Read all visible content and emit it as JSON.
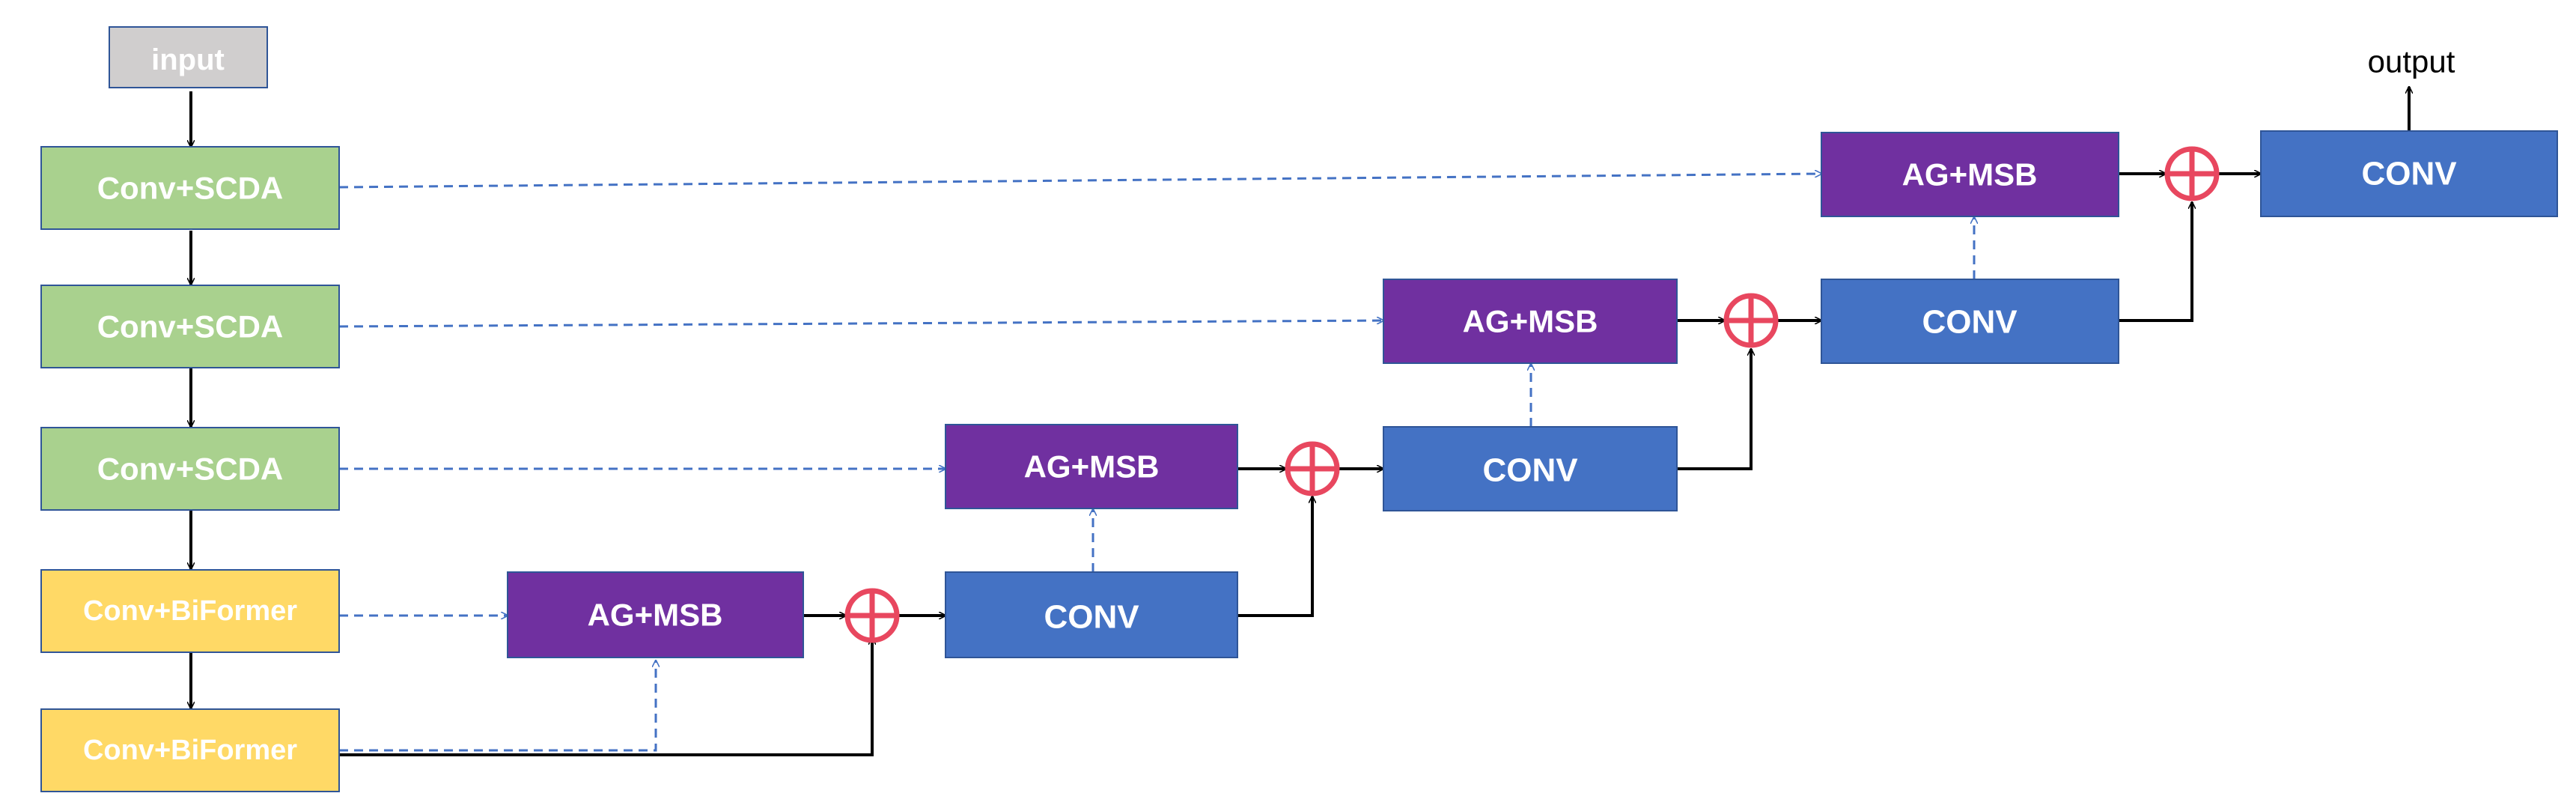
{
  "diagram": {
    "input_label": "input",
    "output_label": "output",
    "encoder": [
      "Conv+SCDA",
      "Conv+SCDA",
      "Conv+SCDA",
      "Conv+BiFormer",
      "Conv+BiFormer"
    ],
    "attention_blocks": [
      "AG+MSB",
      "AG+MSB",
      "AG+MSB",
      "AG+MSB"
    ],
    "conv_blocks": [
      "CONV",
      "CONV",
      "CONV",
      "CONV"
    ]
  },
  "colors": {
    "input": "#d0cece",
    "scda": "#a9d18e",
    "biformer": "#ffd966",
    "attention": "#7030a0",
    "conv": "#4472c4",
    "sum": "#e8475f",
    "dashed_line": "#4472c4",
    "solid_line": "#000000"
  }
}
